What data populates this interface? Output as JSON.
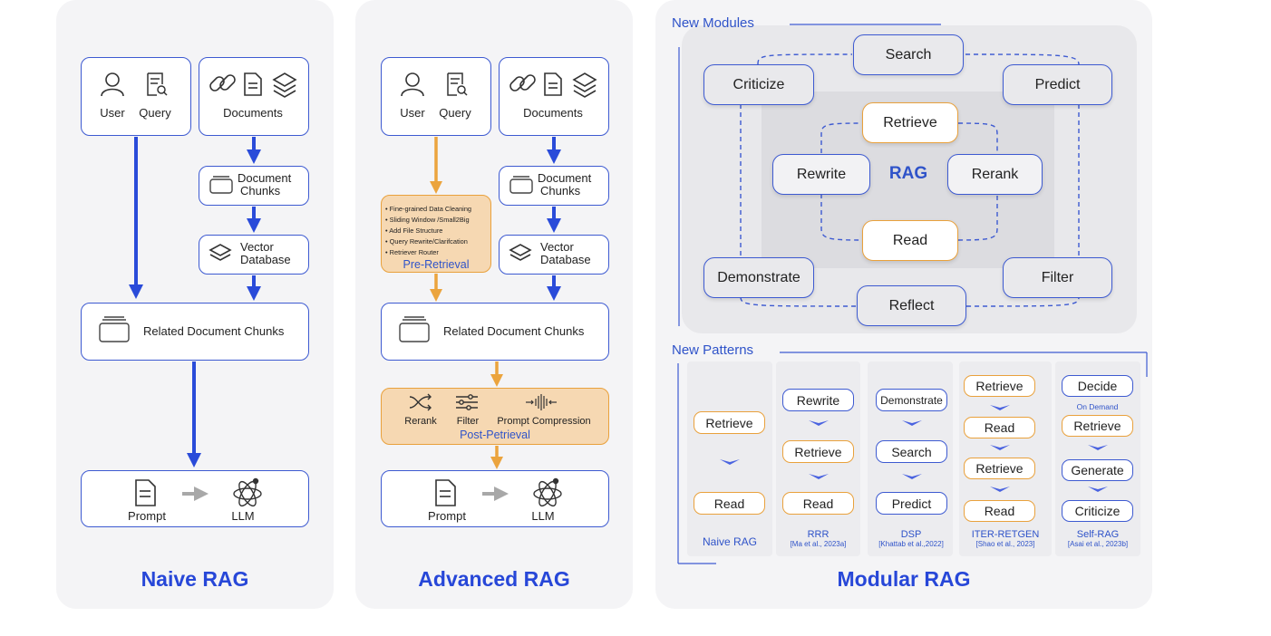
{
  "naive": {
    "title": "Naive RAG",
    "user": "User",
    "query": "Query",
    "documents": "Documents",
    "doc_chunks": [
      "Document",
      "Chunks"
    ],
    "vector_db": [
      "Vector",
      "Database"
    ],
    "related": "Related Document Chunks",
    "prompt": "Prompt",
    "llm": "LLM"
  },
  "advanced": {
    "title": "Advanced RAG",
    "user": "User",
    "query": "Query",
    "documents": "Documents",
    "doc_chunks": [
      "Document",
      "Chunks"
    ],
    "vector_db": [
      "Vector",
      "Database"
    ],
    "pre_items": [
      "Fine-grained Data Cleaning",
      "Sliding Window /Small2Big",
      "Add File Structure",
      "Query Rewrite/Clarifcation",
      "Retriever Router"
    ],
    "pre_title": "Pre-Retrieval",
    "related": "Related Document Chunks",
    "rerank": "Rerank",
    "filter": "Filter",
    "prompt_compression": "Prompt Compression",
    "post_title": "Post-Petrieval",
    "prompt": "Prompt",
    "llm": "LLM"
  },
  "modular": {
    "title": "Modular RAG",
    "new_modules": "New Modules",
    "modules": {
      "search": "Search",
      "criticize": "Criticize",
      "predict": "Predict",
      "retrieve": "Retrieve",
      "rewrite": "Rewrite",
      "rag": "RAG",
      "rerank": "Rerank",
      "read": "Read",
      "demonstrate": "Demonstrate",
      "filter": "Filter",
      "reflect": "Reflect"
    },
    "new_patterns": "New Patterns",
    "patterns": [
      {
        "name": "Naive RAG",
        "cite": "",
        "steps": [
          "Retrieve",
          "Read"
        ]
      },
      {
        "name": "RRR",
        "cite": "[Ma et al., 2023a]",
        "steps": [
          "Rewrite",
          "Retrieve",
          "Read"
        ]
      },
      {
        "name": "DSP",
        "cite": "[Khattab et al.,2022]",
        "steps": [
          "Demonstrate",
          "Search",
          "Predict"
        ]
      },
      {
        "name": "ITER-RETGEN",
        "cite": "[Shao et al., 2023]",
        "steps": [
          "Retrieve",
          "Read",
          "Retrieve",
          "Read"
        ]
      },
      {
        "name": "Self-RAG",
        "cite": "[Asai et al., 2023b]",
        "steps": [
          "Decide",
          "Retrieve",
          "Generate",
          "Criticize"
        ],
        "note": "On Demand"
      }
    ]
  },
  "colors": {
    "blue": "#2f53c9",
    "orange": "#e9a13c",
    "panel": "#f4f4f6"
  },
  "icons": [
    "user-icon",
    "query-icon",
    "link-icon",
    "document-icon",
    "layers-icon",
    "folder-icon",
    "prompt-icon",
    "llm-atom-icon",
    "shuffle-icon",
    "filter-sliders-icon",
    "compression-icon"
  ]
}
